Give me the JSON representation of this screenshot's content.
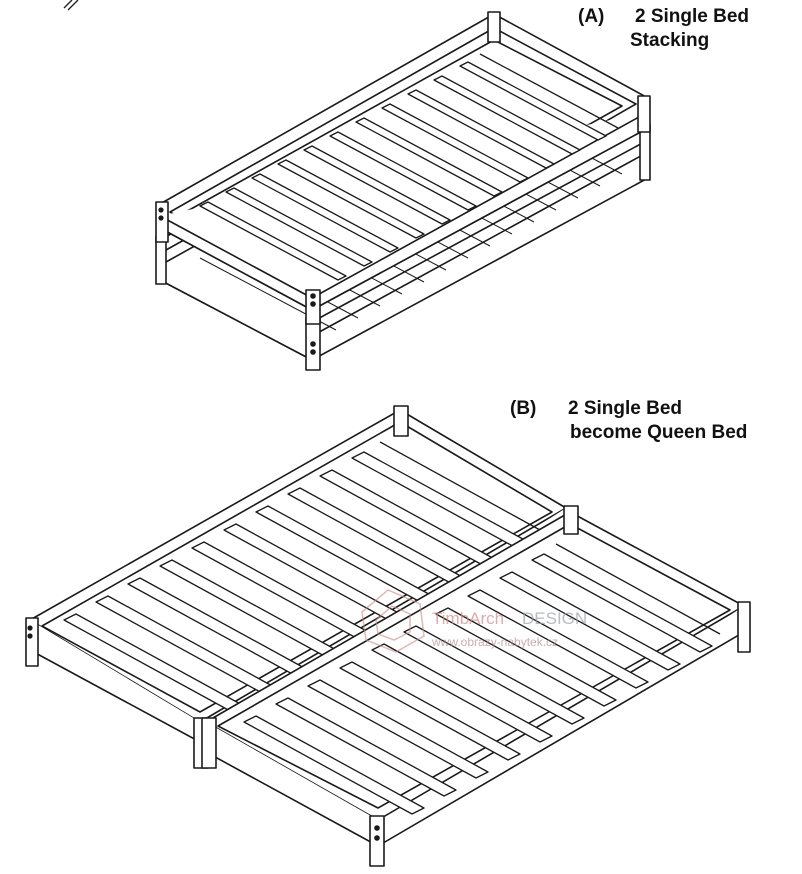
{
  "figures": [
    {
      "tag": "(A)",
      "line1": "2 Single Bed",
      "line2": "Stacking"
    },
    {
      "tag": "(B)",
      "line1": "2 Single Bed",
      "line2": "become Queen Bed"
    }
  ],
  "watermark": {
    "brand_part1": "TimbArch",
    "brand_part2": "DESIGN",
    "url": "www.obrazy-nabytek.cz"
  }
}
